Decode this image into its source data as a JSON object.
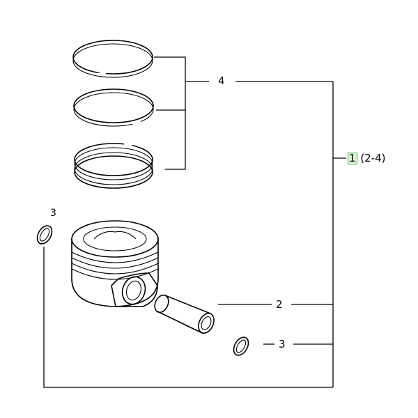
{
  "callouts": {
    "rings": "4",
    "assembly_number": "1",
    "assembly_range": "(2-4)",
    "pin": "2",
    "clip_right": "3",
    "clip_left": "3"
  },
  "colors": {
    "highlight_border": "#45b24a",
    "highlight_fill": "#dff2d6",
    "line": "#000000"
  }
}
